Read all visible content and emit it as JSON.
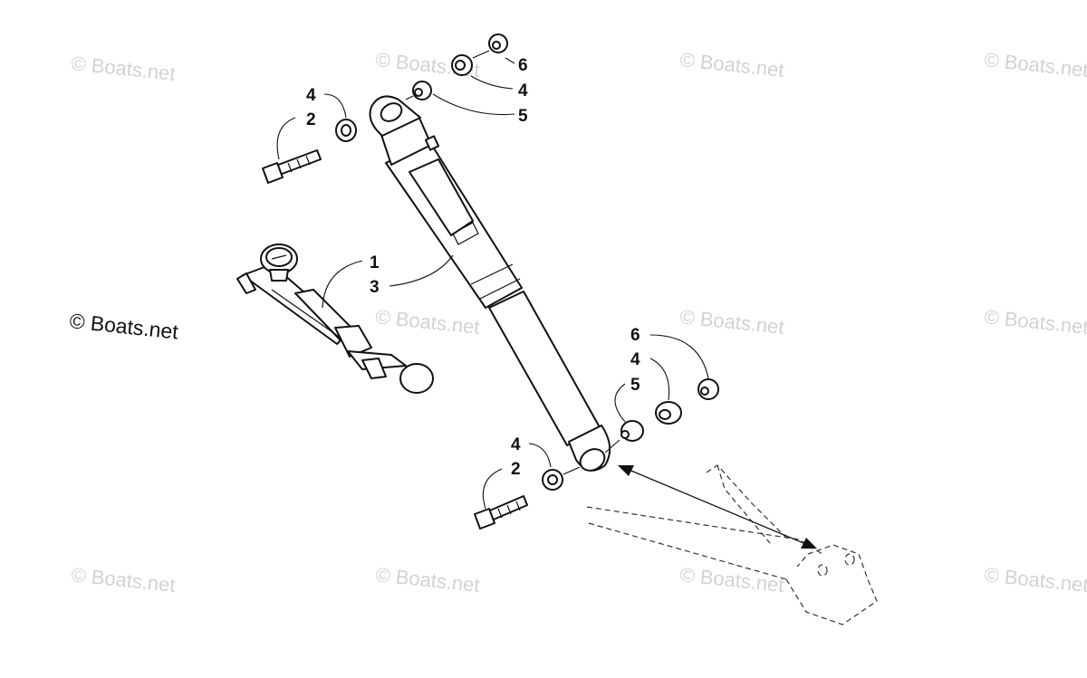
{
  "watermarks": {
    "text": "© Boats.net",
    "highlight_text": "© Boats.net"
  },
  "callouts": {
    "top_bolt_spacer": "4",
    "top_bolt": "2",
    "top_cap": "6",
    "top_spacer": "4",
    "top_bushing": "5",
    "shock_main": "1",
    "shock_sub": "3",
    "low_cap": "6",
    "low_spacer": "4",
    "low_bushing": "5",
    "low_bolt_spacer": "4",
    "low_bolt": "2"
  },
  "colors": {
    "line": "#111111",
    "watermark": "#d2d2d2"
  }
}
